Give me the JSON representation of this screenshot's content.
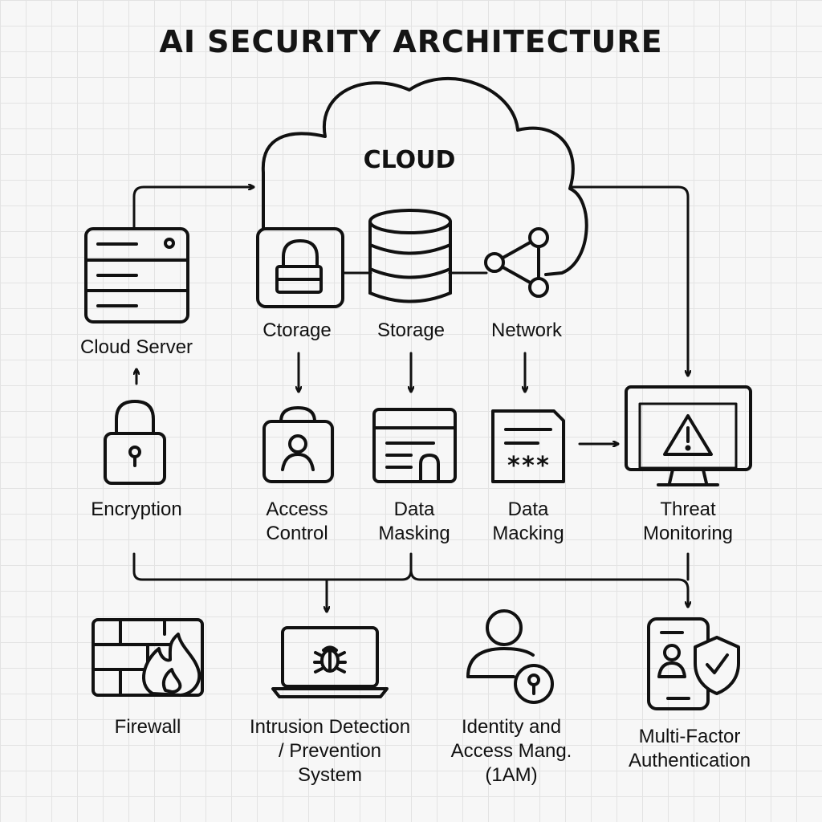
{
  "title": "AI SECURITY ARCHITECTURE",
  "cloud": {
    "label": "CLOUD"
  },
  "nodes": {
    "cloud_server": {
      "label": "Cloud Server",
      "icon": "server-icon"
    },
    "ctorage": {
      "label": "Ctorage",
      "icon": "lock-box-icon"
    },
    "storage": {
      "label": "Storage",
      "icon": "database-icon"
    },
    "network": {
      "label": "Network",
      "icon": "share-network-icon"
    },
    "encryption": {
      "label": "Encryption",
      "icon": "padlock-icon"
    },
    "access_control": {
      "line1": "Access",
      "line2": "Control",
      "icon": "user-lock-icon"
    },
    "data_masking": {
      "line1": "Data",
      "line2": "Masking",
      "icon": "browser-window-icon"
    },
    "data_macking": {
      "line1": "Data",
      "line2": "Macking",
      "icon": "masked-document-icon"
    },
    "threat_monitoring": {
      "line1": "Threat",
      "line2": "Monitoring",
      "icon": "warning-monitor-icon"
    },
    "firewall": {
      "label": "Firewall",
      "icon": "firewall-icon"
    },
    "ids": {
      "line1": "Intrusion Detection",
      "line2": "/ Prevention",
      "line3": "System",
      "icon": "bug-laptop-icon"
    },
    "iam": {
      "line1": "Identity and",
      "line2": "Access Mang.",
      "line3": "(1AM)",
      "icon": "user-key-icon"
    },
    "mfa": {
      "line1": "Multi-Factor",
      "line2": "Authentication",
      "icon": "phone-shield-icon"
    }
  },
  "colors": {
    "stroke": "#111111",
    "background": "#f7f7f7",
    "grid": "#e3e3e3"
  }
}
